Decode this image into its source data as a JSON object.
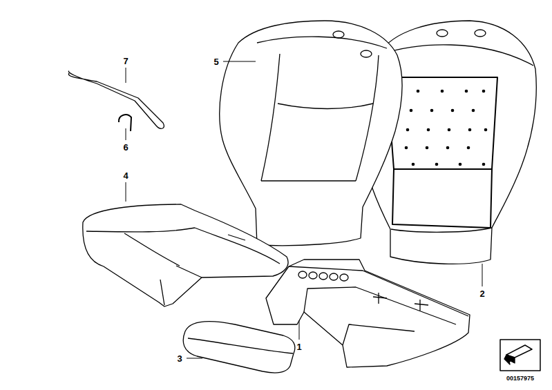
{
  "diagram": {
    "labels": [
      "7",
      "5",
      "6",
      "4",
      "2",
      "1",
      "3",
      "00157975"
    ]
  }
}
